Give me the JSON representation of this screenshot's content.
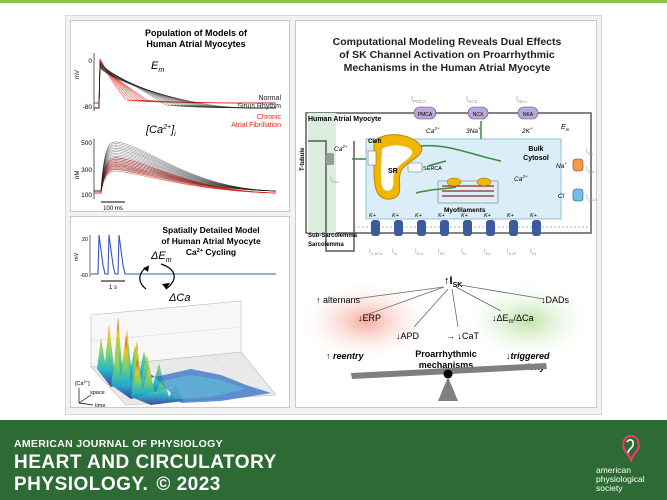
{
  "panel_top_left": {
    "title_line1": "Population of Models of",
    "title_line2": "Human Atrial Myocytes",
    "em_label": "E",
    "em_sub": "m",
    "mv_label": "mV",
    "y_0": "0",
    "y_m80": "-80",
    "normal_label_1": "Normal",
    "normal_label_2": "Sinus Rhythm",
    "chronic_label_1": "Chronic",
    "chronic_label_2": "Atrial Fibrillation",
    "ca_label": "[Ca",
    "ca_sup": "2+",
    "ca_sub": "i",
    "nm_label": "nM",
    "y_500": "500",
    "y_300": "300",
    "y_100": "100",
    "scalebar": "100 ms",
    "colors": {
      "normal": "#222222",
      "chronic": "#e0261d"
    }
  },
  "panel_bottom_left": {
    "title_line1": "Spatially Detailed Model",
    "title_line2": "of Human Atrial Myocyte",
    "title_line3": "Ca",
    "title_line3_sup": "2+",
    "title_line3_end": " Cycling",
    "delta_em": "ΔE",
    "delta_em_sub": "m",
    "delta_ca": "ΔCa",
    "mv_label": "mV",
    "y_20": "20",
    "y_m60": "-60",
    "scalebar": "1 s",
    "axis_ca": "[Ca",
    "axis_ca_sup": "2+",
    "axis_ca_end": "]",
    "axis_space": "space",
    "axis_time": "time"
  },
  "panel_right": {
    "title_line1": "Computational Modeling Reveals Dual Effects",
    "title_line2": "of SK Channel Activation on Proarrhythmic",
    "title_line3": "Mechanisms in the Human Atrial Myocyte",
    "cell_label": "Human Atrial Myocyte",
    "t_tubule": "T-tubule",
    "cleft": "Cleft",
    "sr": "SR",
    "serca": "SERCA",
    "bulk_cytosol_1": "Bulk",
    "bulk_cytosol_2": "Cytosol",
    "myofilaments": "Myofilaments",
    "sub_sarcolemma": "Sub-Sarcolemma",
    "sarcolemma": "Sarcolemma",
    "em": "E",
    "em_sub": "m",
    "top_currents": [
      "I",
      "I",
      "I"
    ],
    "top_currents_sub": [
      "PMCA",
      "NCX",
      "NKA"
    ],
    "pump_labels": [
      "PMCA",
      "NCX",
      "NKA"
    ],
    "ion_ca": "Ca",
    "ion_ca_sup": "2+",
    "ion_3na": "3Na",
    "ion_2k": "2K",
    "ion_plus": "+",
    "ion_na": "Na",
    "ion_cl": "Cl",
    "ion_minus": "-",
    "ion_k": "K",
    "right_currents_sub": [
      "Na",
      "NaL",
      "ClCa"
    ],
    "ical_sub": "CaL",
    "k_currents_sub": [
      "K,ACh",
      "to",
      "Kur",
      "SK",
      "Kr",
      "Ks",
      "K2P",
      "K1"
    ],
    "isk": "I",
    "isk_sub": "SK",
    "alternans": "alternans",
    "erp": "ERP",
    "apd": "APD",
    "cat": "CaT",
    "dem_dca": "ΔE",
    "dem_dca_sub": "m",
    "dem_dca_end": "/ΔCa",
    "dads": "DADs",
    "reentry": "reentry",
    "proarrhythmic_1": "Proarrhythmic",
    "proarrhythmic_2": "mechanisms",
    "triggered_1": "triggered",
    "triggered_2": "activity",
    "colors": {
      "sr": "#f2b600",
      "pumps": "#b9a8d8",
      "k_channel": "#3c5a9e",
      "seesaw": "#7f7f7f"
    }
  },
  "footer": {
    "kicker": "AMERICAN JOURNAL OF PHYSIOLOGY",
    "title_line1": "HEART AND CIRCULATORY",
    "title_line2": "PHYSIOLOGY.",
    "year": "© 2023",
    "society_1": "american",
    "society_2": "physiological",
    "society_3": "society",
    "colors": {
      "background": "#2e6b34"
    }
  }
}
